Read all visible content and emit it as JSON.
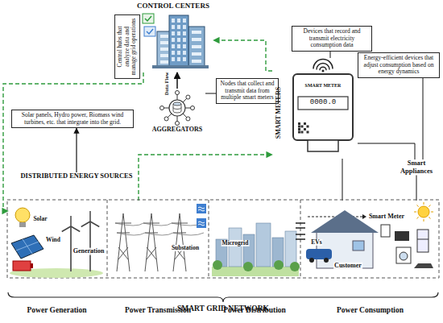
{
  "diagram": {
    "nodes": [
      {
        "text": [
          "CONTROL CENTERS"
        ]
      },
      {
        "text": [
          "Central hubs that analyze data and manage grid operations"
        ]
      },
      {
        "text": [
          "Nodes that collect and transmit data from multiple smart meters"
        ]
      },
      {
        "text": [
          "AGGREGATORS"
        ]
      },
      {
        "text": [
          "Devices that record and transmit electricity consumption data"
        ]
      },
      {
        "text": [
          "Energy-efficient devices that adjust consumption based on energy dynamics"
        ]
      },
      {
        "text": [
          "SMART METERS"
        ]
      },
      {
        "text": [
          "Solar panels, Hydro power, Biomass wind turbines, etc. that integrate into the grid."
        ]
      },
      {
        "text": [
          "DISTRIBUTED ENERGY SOURCES"
        ]
      },
      {
        "text": [
          "Smart Appliances"
        ]
      },
      {
        "text": [
          "SMART GRID NETWORK"
        ]
      },
      {
        "text": [
          "Power Generation"
        ],
        "in": 10
      },
      {
        "text": [
          "Power Transmission"
        ],
        "in": 10
      },
      {
        "text": [
          "Power Distribution"
        ],
        "in": 10
      },
      {
        "text": [
          "Power Consumption"
        ],
        "in": 10
      }
    ],
    "edges": [
      {
        "from": 3,
        "to": 0,
        "arrow": "to"
      },
      {
        "from": 6,
        "to": 0,
        "arrow": "to"
      },
      {
        "from": 0,
        "to": 11,
        "arrow": "to"
      },
      {
        "from": 12,
        "to": 6,
        "arrow": "to"
      },
      {
        "from": 8,
        "to": 7,
        "arrow": "to"
      },
      {
        "from": 6,
        "to": 9,
        "arrow": "none"
      },
      {
        "from": 5,
        "to": 9,
        "arrow": "none"
      },
      {
        "from": 6,
        "to": 14,
        "arrow": "none"
      },
      {
        "from": 9,
        "to": 14,
        "arrow": "none"
      },
      {
        "from": 2,
        "to": 3,
        "arrow": "none"
      },
      {
        "from": 4,
        "to": 6,
        "arrow": "none"
      }
    ],
    "labels": [
      "Data Flow",
      "SMART METER",
      "0000.0",
      "Solar",
      "Wind",
      "Generation",
      "Substation",
      "Microgrid",
      "Smart Meter",
      "EVs",
      "Customer"
    ]
  }
}
